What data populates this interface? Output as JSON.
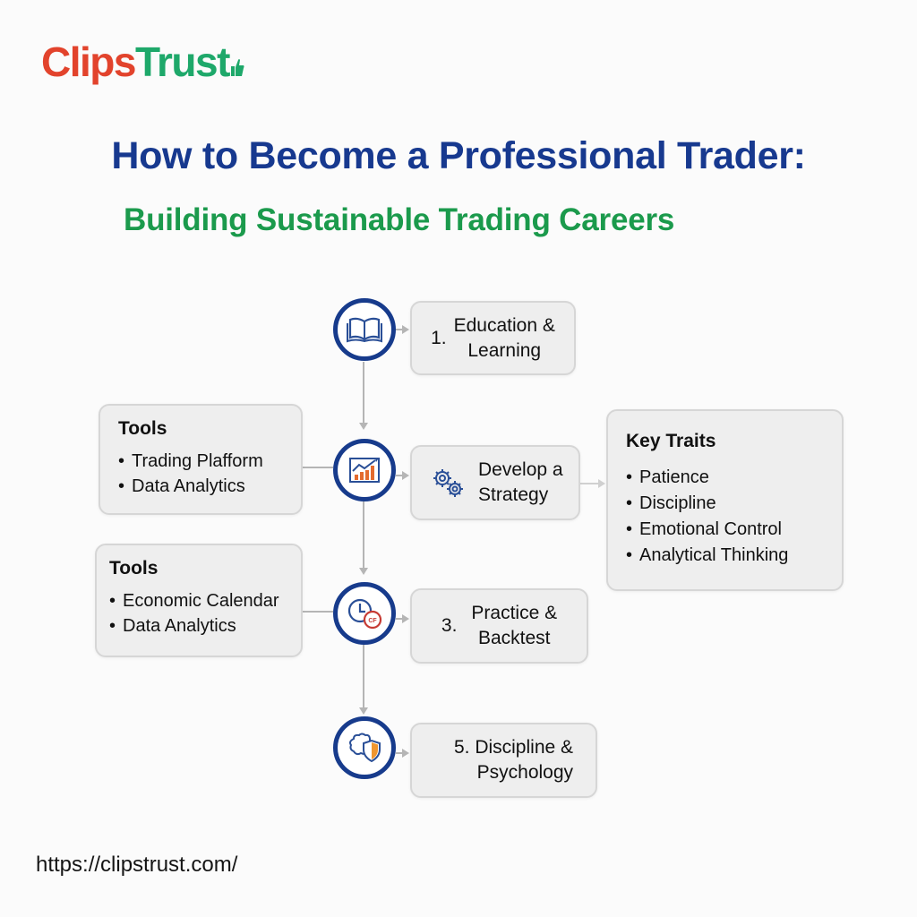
{
  "brand": {
    "logo_part1": "Clips",
    "logo_part2": "Trust",
    "colors": {
      "red": "#e2432c",
      "green": "#1ea86a"
    }
  },
  "header": {
    "title": "How to Become a Professional Trader:",
    "subtitle": "Building Sustainable Trading Careers",
    "title_color": "#17398f",
    "subtitle_color": "#1b9a4c"
  },
  "steps": [
    {
      "number": "1.",
      "label": "Education & Learning",
      "line1": "Education &",
      "line2": "Learning",
      "icon": "book-icon"
    },
    {
      "number": "",
      "label": "Develop a Strategy",
      "line1": "Develop a",
      "line2": "Strategy",
      "icon": "chart-icon",
      "inner_icon": "gears-icon"
    },
    {
      "number": "3.",
      "label": "Practice & Backtest",
      "line1": "Practice &",
      "line2": "Backtest",
      "icon": "clock-icon"
    },
    {
      "number": "5.",
      "label": "Discipline & Psychology",
      "line1": "Discipline &",
      "line2": "Psychology",
      "icon": "brain-shield-icon"
    }
  ],
  "side_boxes": {
    "tools_1": {
      "heading": "Tools",
      "items": [
        "Trading Plafform",
        "Data Analytics"
      ]
    },
    "tools_2": {
      "heading": "Tools",
      "items": [
        "Economic Calendar",
        "Data Analytics"
      ]
    },
    "key_traits": {
      "heading": "Key Traits",
      "items": [
        "Patience",
        "Discipline",
        "Emotional Control",
        "Analytical Thinking"
      ]
    }
  },
  "footer": {
    "url": "https://clipstrust.com/"
  }
}
